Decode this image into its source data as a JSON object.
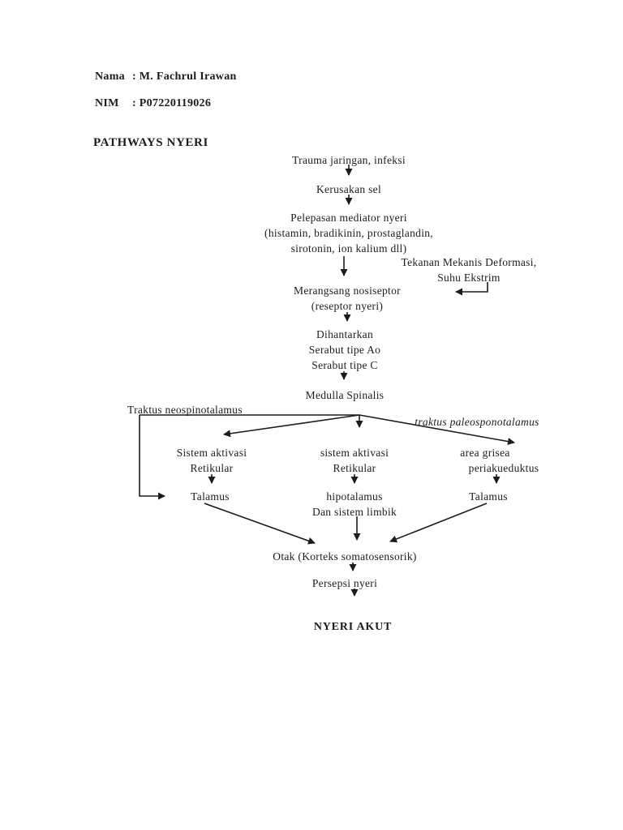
{
  "document": {
    "header": {
      "nama_label": "Nama",
      "separator": ":",
      "nama_value": "M. Fachrul Irawan",
      "nim_label": "NIM",
      "nim_value": "P07220119026",
      "title": "PATHWAYS NYERI"
    },
    "flowchart": {
      "trauma": "Trauma jaringan, infeksi",
      "kerusakan": "Kerusakan sel",
      "pelepasan_1": "Pelepasan mediator nyeri",
      "pelepasan_2": "(histamin, bradikinin, prostaglandin,",
      "pelepasan_3": "sirotonin, ion kalium dll)",
      "tekanan_1": "Tekanan Mekanis Deformasi,",
      "tekanan_2": "Suhu Ekstrim",
      "merangsang_1": "Merangsang nosiseptor",
      "merangsang_2": "(reseptor nyeri)",
      "dihantarkan_1": "Dihantarkan",
      "dihantarkan_2": "Serabut tipe Ao",
      "dihantarkan_3": "Serabut tipe C",
      "medulla": "Medulla Spinalis",
      "traktus_neo": "Traktus neospinotalamus",
      "traktus_paleo": "traktus paleosponotalamus",
      "col_left_1": "Sistem aktivasi",
      "col_left_2": "Retikular",
      "col_mid_1": "sistem aktivasi",
      "col_mid_2": "Retikular",
      "col_right_1": "area grisea",
      "col_right_2": "periakueduktus",
      "talamus_left": "Talamus",
      "hipotalamus_1": "hipotalamus",
      "hipotalamus_2": "Dan sistem limbik",
      "talamus_right": "Talamus",
      "otak": "Otak (Korteks somatosensorik)",
      "persepsi": "Persepsi nyeri",
      "outcome": "NYERI AKUT"
    },
    "colors": {
      "ink": "#1c1c1c",
      "background": "#ffffff"
    }
  }
}
